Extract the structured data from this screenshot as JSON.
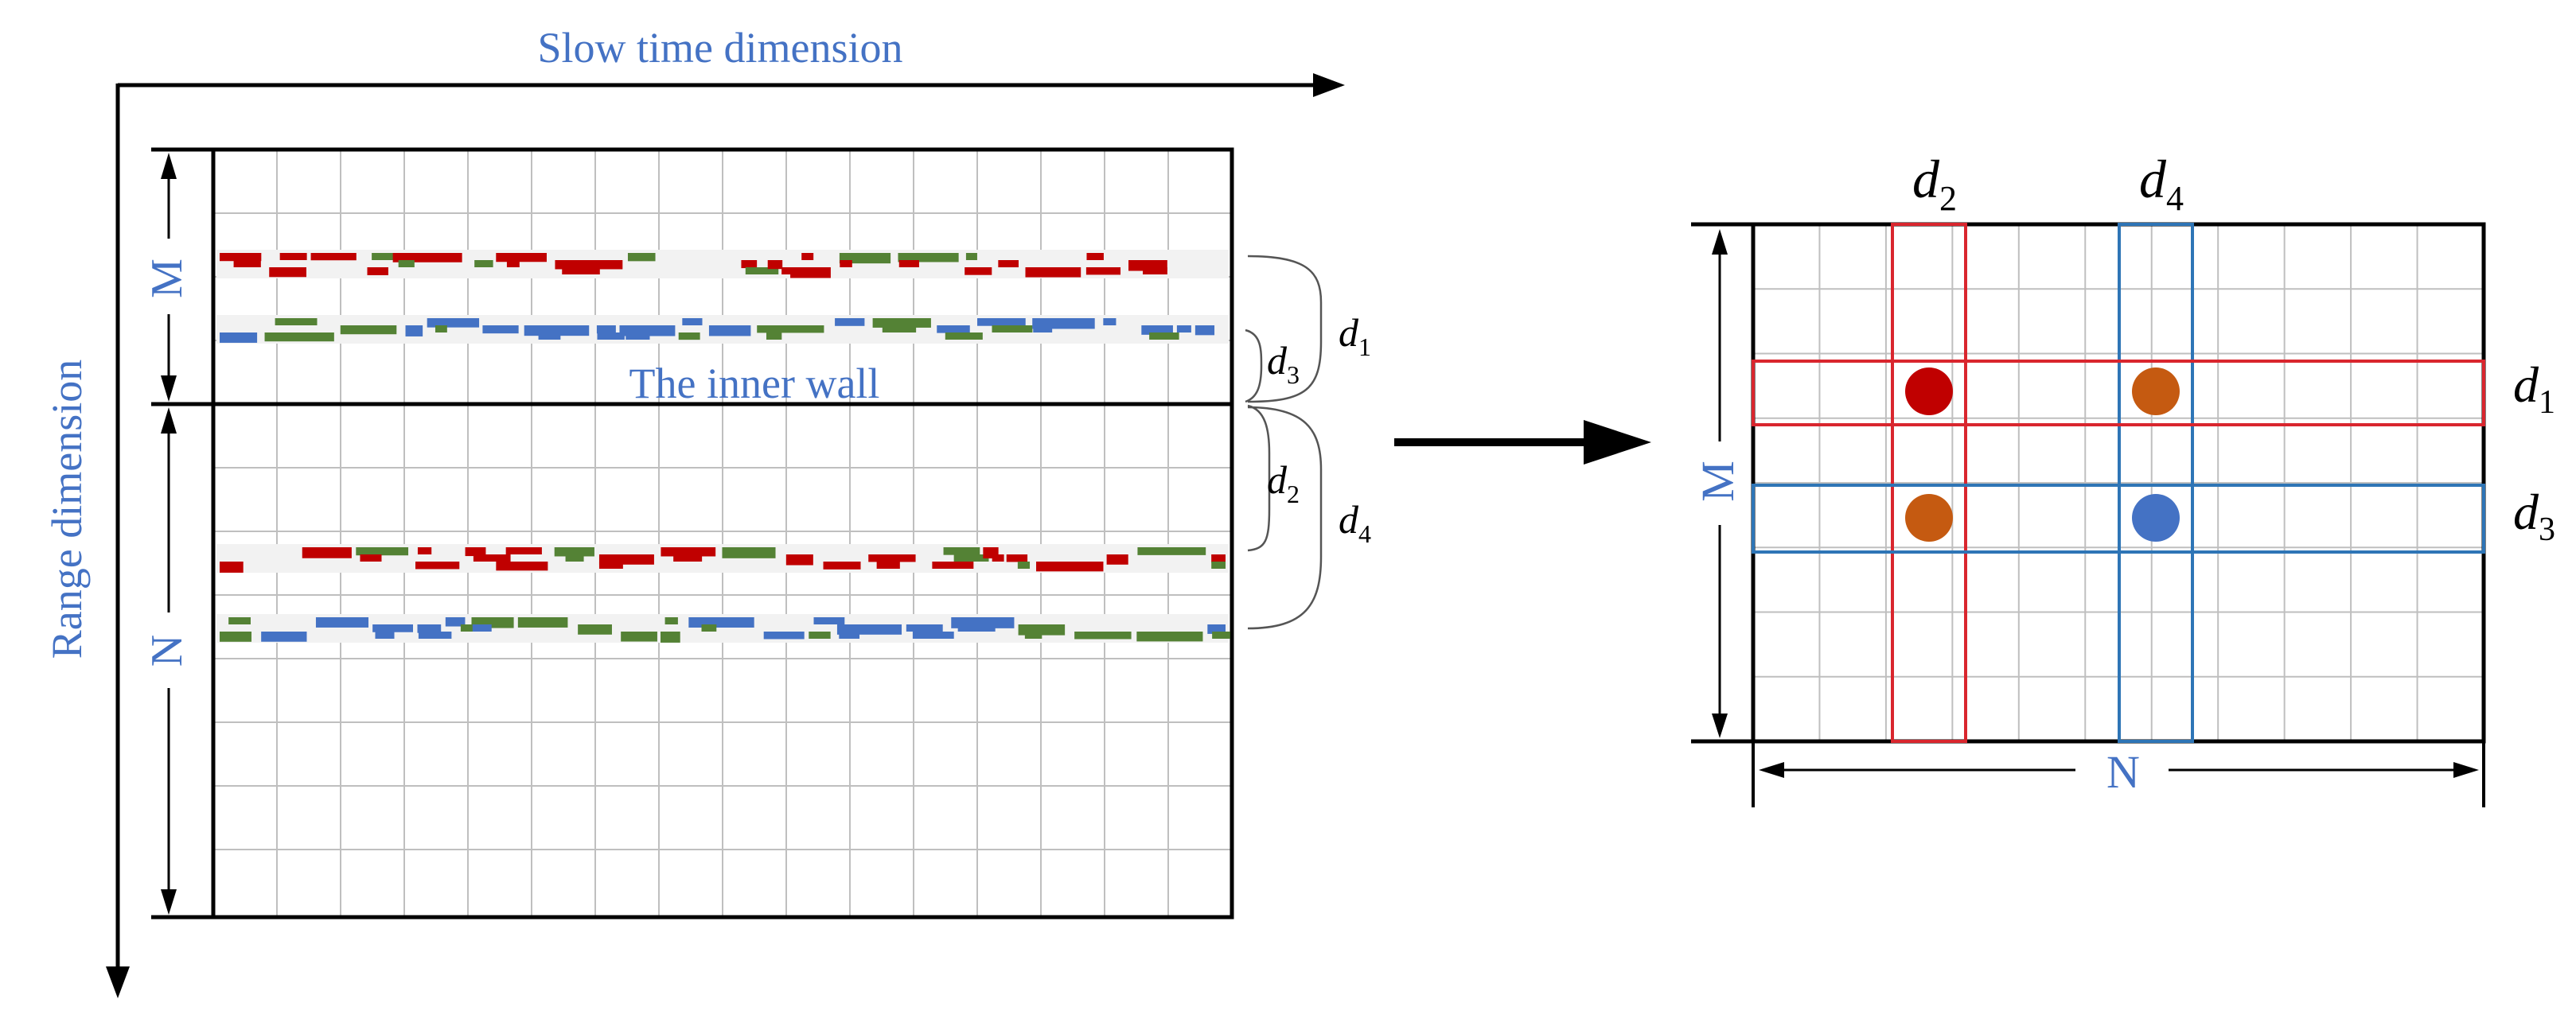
{
  "colors": {
    "blue_text": "#4472C4",
    "red_band": "#C00000",
    "green_band": "#548235",
    "blue_band": "#4472C4",
    "red_box": "#D9262E",
    "blue_box": "#2E75B6",
    "orange_dot": "#C55A11",
    "red_dot": "#C00000",
    "blue_dot": "#4472C4",
    "grid": "#BFBFBF"
  },
  "left_panel": {
    "x_axis_label": "Slow time dimension",
    "y_axis_label": "Range dimension",
    "m_label": "M",
    "n_label": "N",
    "inner_wall_label": "The inner wall",
    "d1": {
      "base": "d",
      "sub": "1"
    },
    "d2": {
      "base": "d",
      "sub": "2"
    },
    "d3": {
      "base": "d",
      "sub": "3"
    },
    "d4": {
      "base": "d",
      "sub": "4"
    }
  },
  "right_panel": {
    "m_label": "M",
    "n_label": "N",
    "d1": {
      "base": "d",
      "sub": "1"
    },
    "d2": {
      "base": "d",
      "sub": "2"
    },
    "d3": {
      "base": "d",
      "sub": "3"
    },
    "d4": {
      "base": "d",
      "sub": "4"
    }
  }
}
